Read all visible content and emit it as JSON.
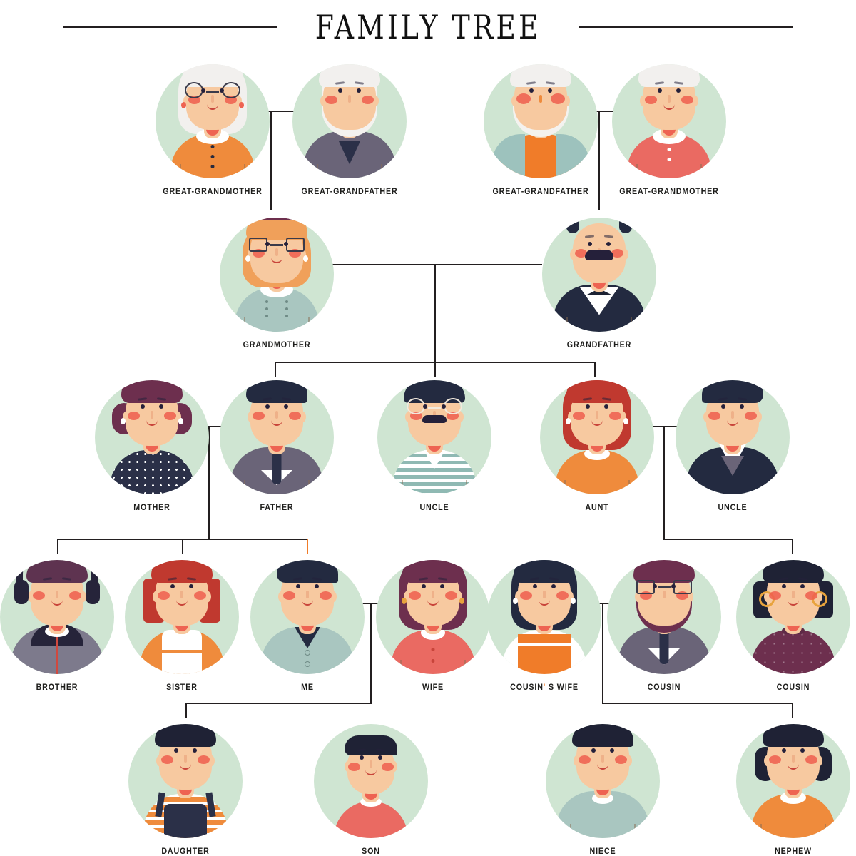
{
  "header": {
    "title": "FAMILY TREE",
    "rule_left": "",
    "rule_right": ""
  },
  "theme": {
    "avatar_background": "#cfe5d2",
    "line_color": "#231f20",
    "accent_color": "#f07c29",
    "skin": "#f7c9a0",
    "page_background": "#ffffff"
  },
  "generations": [
    {
      "name": "great-grandparents",
      "people": [
        {
          "id": "great-grandmother-left",
          "label": "GREAT-GRANDMOTHER"
        },
        {
          "id": "great-grandfather-left",
          "label": "GREAT-GRANDFATHER"
        },
        {
          "id": "great-grandfather-right",
          "label": "GREAT-GRANDFATHER"
        },
        {
          "id": "great-grandmother-right",
          "label": "GREAT-GRANDMOTHER"
        }
      ]
    },
    {
      "name": "grandparents",
      "people": [
        {
          "id": "grandmother",
          "label": "GRANDMOTHER"
        },
        {
          "id": "grandfather",
          "label": "GRANDFATHER"
        }
      ]
    },
    {
      "name": "parents",
      "people": [
        {
          "id": "mother",
          "label": "MOTHER"
        },
        {
          "id": "father",
          "label": "FATHER"
        },
        {
          "id": "uncle-left",
          "label": "UNCLE"
        },
        {
          "id": "aunt",
          "label": "AUNT"
        },
        {
          "id": "uncle-right",
          "label": "UNCLE"
        }
      ]
    },
    {
      "name": "self-and-siblings",
      "people": [
        {
          "id": "brother",
          "label": "BROTHER"
        },
        {
          "id": "sister",
          "label": "SISTER"
        },
        {
          "id": "me",
          "label": "ME"
        },
        {
          "id": "wife",
          "label": "WIFE"
        },
        {
          "id": "cousins-wife",
          "label_prefix": "COUSIN",
          "label_apostrophe": "'",
          "label_suffix": "S WIFE",
          "label": "COUSIN S WIFE"
        },
        {
          "id": "cousin-male",
          "label": "COUSIN"
        },
        {
          "id": "cousin-female",
          "label": "COUSIN"
        }
      ]
    },
    {
      "name": "children",
      "people": [
        {
          "id": "daughter",
          "label": "DAUGHTER"
        },
        {
          "id": "son",
          "label": "SON"
        },
        {
          "id": "niece",
          "label": "NIECE"
        },
        {
          "id": "nephew",
          "label": "NEPHEW"
        }
      ]
    }
  ]
}
